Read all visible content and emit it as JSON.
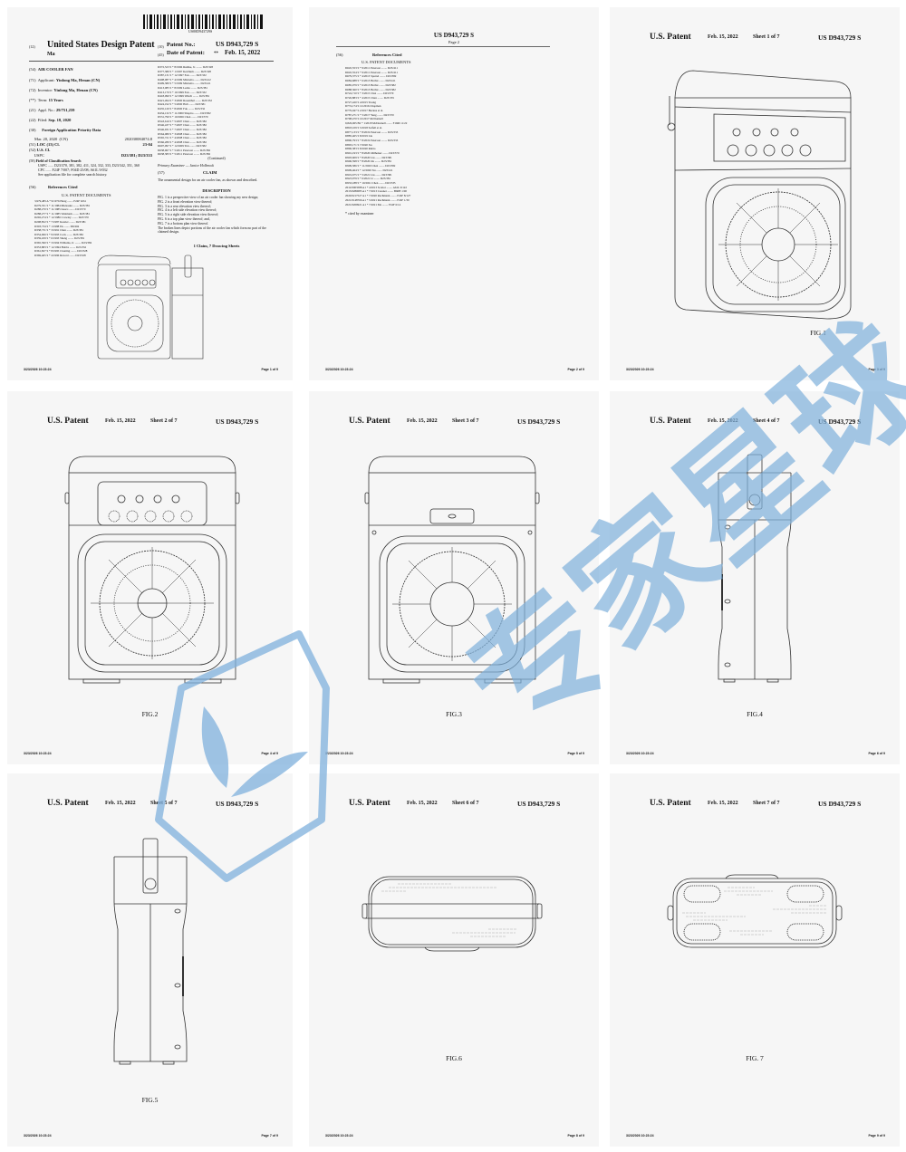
{
  "patent": {
    "number": "US D943,729 S",
    "date": "Feb. 15, 2022",
    "barcode_text": "US00D943729S",
    "title_country": "United States Design Patent",
    "inventor_short": "Ma",
    "patent_no_label": "Patent No.:",
    "patent_no_code": "(10)",
    "date_label": "Date of Patent:",
    "date_code": "(45)",
    "date_star": "**",
    "type_code": "(12)",
    "us_patent_label": "U.S. Patent"
  },
  "front_page": {
    "fields": [
      {
        "code": "(54)",
        "label": "",
        "value": "AIR COOLER FAN"
      },
      {
        "code": "(71)",
        "label": "Applicant:",
        "value": "Yinlong Ma, Henan (CN)"
      },
      {
        "code": "(72)",
        "label": "Inventor:",
        "value": "Yinlong Ma, Henan (CN)"
      },
      {
        "code": "(**)",
        "label": "Term:",
        "value": "15 Years"
      },
      {
        "code": "(21)",
        "label": "Appl. No.:",
        "value": "29/751,259"
      },
      {
        "code": "(22)",
        "label": "Filed:",
        "value": "Sep. 18, 2020"
      }
    ],
    "priority_heading": "Foreign Application Priority Data",
    "priority_code": "(30)",
    "priority_row": {
      "date": "Mar. 20, 2020",
      "country": "(CN)",
      "number": "202030084074.8"
    },
    "loc": {
      "code": "(51)",
      "label": "LOC (13) Cl.",
      "value": "23-04"
    },
    "us_cl": {
      "code": "(52)",
      "label": "U.S. Cl.",
      "sub": "USPC",
      "value": "D23/381; D23/333"
    },
    "field_search": {
      "code": "(58)",
      "label": "Field of Classification Search",
      "uspc": "USPC ...... D23/370, 381, 382, 411, 324, 332, 333, D23/342, 351, 360",
      "cpc": "CPC ...... F24F 7/007; F04D 25/08; A61L 9/032",
      "note": "See application file for complete search history."
    },
    "refs_code": "(56)",
    "refs_heading": "References Cited",
    "us_docs_heading": "U.S. PATENT DOCUMENTS",
    "refs_left": [
      "3,979,483 A * 9/1976 Hong ........ F24F 6/04",
      "D279,351 S * 11/1984 Mizusaka ........ D23/381",
      "D288,270 S * 11/1985 Isaacs ........ D23/370",
      "D288,277 S * 11/1985 Wenmark ........ D23/381",
      "D292,274 S * 12/1986 Crowley ........ D23/370",
      "D298,852 S * 7/1987 Kessler ........ D23/381",
      "D303,734 S * 1/1988 Ek ........ D9/404",
      "D338,731 S * 3/1991 Chen ........ D23/381",
      "D354,066 S * 9/1993 Cock ........ D23/382",
      "D359,459 S * 6/1993 Sheng ........ D23/381",
      "D365,390 S * 3/1994 Williams, Jr. ........ D23/382",
      "D353,883 S * 12/1994 Hobbs ........ D23/332",
      "D361,827 S * 8/1995 Clouting ........ D23/328",
      "D369,465 S * 4/1996 Revord ........ D23/328"
    ],
    "refs_right": [
      "D372,523 S * 8/1996 Rudtke, Jr. ........ D23/328",
      "D377,380 S * 1/1997 Ketchum ........ D23/328",
      "D387,131 S * 12/1997 Fok ........ D23/332",
      "D408,087 S * 4/1999 Mistretta ........ D23/412",
      "D409,380 S * 5/1999 Mistretta ........ D23/411",
      "D413,085 S * 8/1999 Leslie ........ D23/381",
      "D413,170 S * 10/1999 Fok ........ D23/332",
      "D418,090 S * 12/1999 Winch ........ D23/381",
      "D421,494 S * 3/2000 Rosenthal ........ D23/332",
      "D424,192 S * 5/2000 Hall ........ D23/381",
      "D435,120 S * 8/2000 Fok ........ D23/332",
      "D434,132 S * 11/2000 Shapiro ........ D23/382",
      "D531,790 S * 10/2006 Chen ........ D23/370",
      "D543,616 S * 5/2007 Chen ........ D23/382",
      "D546,437 S * 7/2007 Chen ........ D23/382",
      "D546,931 S * 7/2007 Chen ........ D23/382",
      "D564,080 S * 3/2008 Chen ........ D23/382",
      "D565,721 S * 4/2008 Chen ........ D23/382",
      "D566,280 S * 4/2008 Chen ........ D23/382",
      "D607,097 S * 12/2009 Yen ........ D23/382",
      "D638,967 S * 5/2011 Peterson ........ D23/382",
      "D638,383 S * 5/2011 Peterson ........ D23/382"
    ],
    "continued": "(Continued)",
    "examiner": "Primary Examiner — Janice Holbrook",
    "claim_code": "(57)",
    "claim_heading": "CLAIM",
    "claim_text": "The ornamental design for an air cooler fan, as shown and described.",
    "description_heading": "DESCRIPTION",
    "description_lines": [
      "FIG. 1 is a perspective view of an air cooler fan showing my new design;",
      "FIG. 2 is a front elevation view thereof;",
      "FIG. 3 is a rear elevation view thereof;",
      "FIG. 4 is a left side elevation view thereof;",
      "FIG. 5 is a right side elevation view thereof;",
      "FIG. 6 is a top plan view thereof; and,",
      "FIG. 7 is a bottom plan view thereof.",
      "The broken lines depict portions of the air cooler fan which form no part of the claimed design."
    ],
    "summary": "1 Claim, 7 Drawing Sheets"
  },
  "page2": {
    "header_number": "US D943,729 S",
    "page_label": "Page 2",
    "refs_code": "(56)",
    "refs_heading": "References Cited",
    "us_docs_heading": "U.S. PATENT DOCUMENTS",
    "refs": [
      "D645,553 S * 9/2011 Peterson ........ D23/411",
      "D645,554 S * 9/2011 Peterson ........ D23/411",
      "D679,375 S * 4/2013 Sparrel ........ D23/382",
      "D684,688 S * 6/2013 Herbst ........ D23/411",
      "D685,079 S * 6/2013 Herbst ........ D23/382",
      "D688,360 S * 8/2013 Herbst ........ D23/382",
      "D724,710 S * 3/2015 Choi ........ D23/370",
      "D726,883 S * 4/2015 Chen ........ D23/335",
      "D727,420 S 4/2015 Young",
      "D774,174 S 12/2016 Chapman",
      "D779,047 S 2/2017 Backus et al.",
      "D787,271 S * 5/2017 Yang ........ D23/370",
      "D798,470 S 10/2017 McDonnell",
      "9,826,905 B2 * 1/2018 McDonnell ........ F16M 11/22",
      "D818,109 S 5/2018 Seifell et al.",
      "D877,133 S * 8/2019 Peterson ........ D23/333",
      "D885,465 S 8/2019 Liu",
      "D890,793 S * 8/2019 Peterson ........ D23/333",
      "D893,171 S 7/2020 Xu",
      "D896,383 S 8/2020 Rubio",
      "D901,193 S * 8/2020 Ohlheiser ........ D23/370",
      "D903,609 S * 8/2020 Liu ........ D23/381",
      "D906,598 S * 8/2020 Ou ........ D23/381",
      "D909,586 S * 11/2020 Chen ........ D23/382",
      "D909,464 S * 12/2020 Xu ........ D23/411",
      "D919,675 S * 5/2021 Liu ........ D23/381",
      "D923,979 S * 6/2021 Li ........ D23/381",
      "D933,188 S * 10/2021 Chen ........ D23/335",
      "2012/0003588 A1 * 4/2013 Scoltot ........ A61L 9/122",
      "2013/0280085 A1 * 7/2013 Cassner ........ B60H 1/00",
      "2020/0217527 A1 * 7/2020 Rachmann ........ F24F 8/127",
      "2021/0148766 A1 * 5/2021 Rachmann ........ F24F 1/30",
      "2021/0209921 A1 * 7/2021 Ma ........ F24F 6/14"
    ],
    "cited_note": "* cited by examiner"
  },
  "sheets": [
    {
      "sheet": "Sheet 1 of 7",
      "figure": "FIG.1",
      "view": "perspective",
      "footer_page": "Page 3 of 9"
    },
    {
      "sheet": "Sheet 2 of 7",
      "figure": "FIG.2",
      "view": "front",
      "footer_page": "Page 4 of 9"
    },
    {
      "sheet": "Sheet 3 of 7",
      "figure": "FIG.3",
      "view": "rear",
      "footer_page": "Page 5 of 9"
    },
    {
      "sheet": "Sheet 4 of 7",
      "figure": "FIG.4",
      "view": "left-side",
      "footer_page": "Page 6 of 9"
    },
    {
      "sheet": "Sheet 5 of 7",
      "figure": "FIG.5",
      "view": "right-side",
      "footer_page": "Page 7 of 9"
    },
    {
      "sheet": "Sheet 6 of 7",
      "figure": "FIG.6",
      "view": "top",
      "footer_page": "Page 8 of 9"
    },
    {
      "sheet": "Sheet 7 of 7",
      "figure": "FIG. 7",
      "view": "bottom",
      "footer_page": "Page 9 of 9"
    }
  ],
  "footers": {
    "left_stamp": "3/23/2026 10:23:24",
    "page1": "Page 1 of 9",
    "page2": "Page 2 of 9"
  },
  "watermark": {
    "text": "专家星球",
    "color": "#7fb0dc"
  }
}
